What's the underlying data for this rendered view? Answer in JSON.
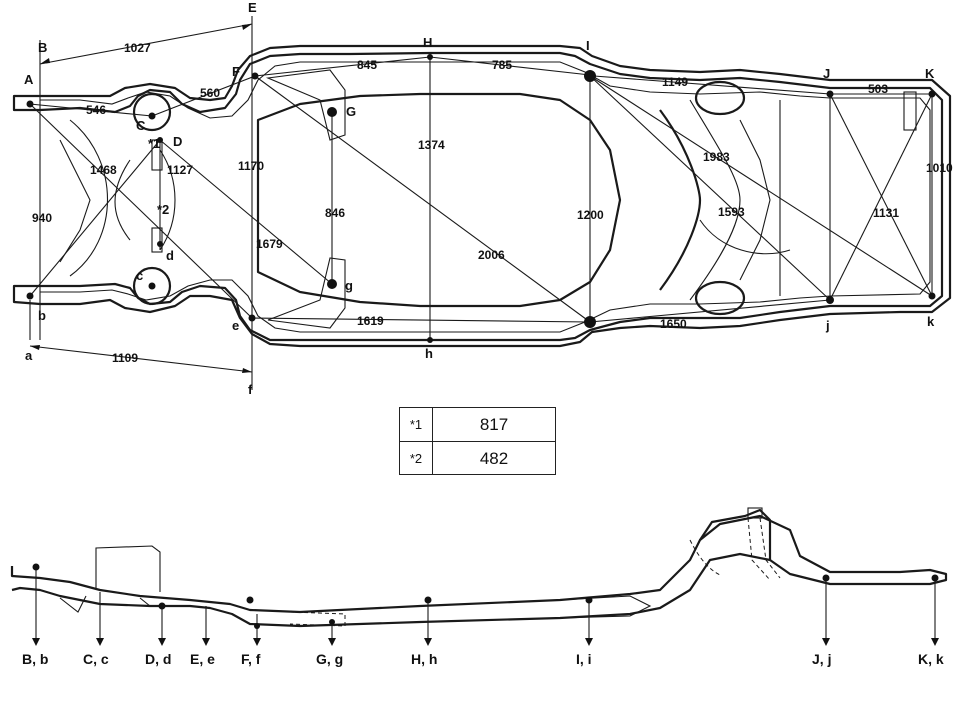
{
  "points": {
    "A": "A",
    "B": "B",
    "C": "C",
    "D": "D",
    "E": "E",
    "F": "F",
    "G": "G",
    "H": "H",
    "I": "I",
    "J": "J",
    "K": "K",
    "a": "a",
    "b": "b",
    "c": "c",
    "d": "d",
    "e": "e",
    "f": "f",
    "g": "g",
    "h": "h",
    "j": "j",
    "k": "k",
    "note1": "*1",
    "note2": "*2"
  },
  "dimensions": {
    "b_to_e": "1027",
    "a_to_f": "1109",
    "f_h": "845",
    "h_i": "785",
    "i_j": "1149",
    "j_k": "503",
    "a_c": "546",
    "c_f": "560",
    "a_b": "940",
    "c_d_diag": "1468",
    "d_e": "1127",
    "e_f": "1170",
    "h_h": "1374",
    "g_g": "846",
    "i_i": "1200",
    "k_k": "1010",
    "f_i": "2006",
    "d_g": "1679",
    "e_g": "1619",
    "i_j_low": "1650",
    "i_k": "1983",
    "i_j_diag": "1593",
    "j_k_diag": "1131"
  },
  "notes": [
    {
      "key": "*1",
      "value": "817"
    },
    {
      "key": "*2",
      "value": "482"
    }
  ],
  "side_labels": [
    "B, b",
    "C, c",
    "D, d",
    "E, e",
    "F, f",
    "G, g",
    "H, h",
    "I, i",
    "J, j",
    "K, k"
  ]
}
